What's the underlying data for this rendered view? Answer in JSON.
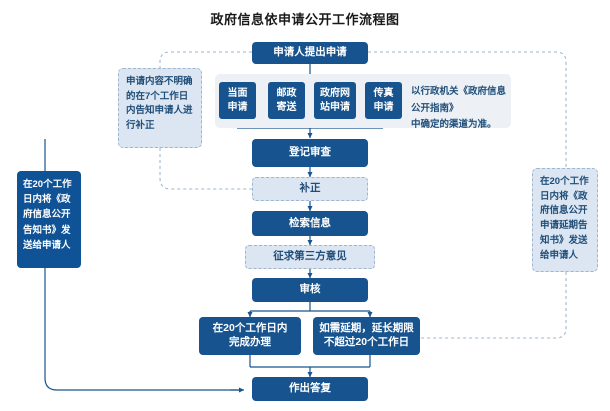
{
  "title": "政府信息依申请公开工作流程图",
  "colors": {
    "primary": "#17538E",
    "light_fill": "#DCE6F2",
    "light_border": "#9FB6CE",
    "panel": "#EDF1F5",
    "text_on_dark": "#FFFFFF",
    "text_on_light": "#1F4E79"
  },
  "nodes": {
    "submit": "申请人提出申请",
    "register_review": "登记审查",
    "supplement": "补正",
    "search_info": "检索信息",
    "third_party": "征求第三方意见",
    "audit": "审核",
    "complete_20_days": {
      "line1": "在20个工作日内",
      "line2": "完成办理"
    },
    "extension": {
      "line1": "如需延期，延长期限",
      "line2": "不超过20个工作日"
    },
    "reply": "作出答复"
  },
  "channels": {
    "items": [
      {
        "line1": "当面",
        "line2": "申请"
      },
      {
        "line1": "邮政",
        "line2": "寄送"
      },
      {
        "line1": "政府网",
        "line2": "站申请"
      },
      {
        "line1": "传真",
        "line2": "申请"
      }
    ],
    "note_line1": "以行政机关《政府信息公开指南》",
    "note_line2": "中确定的渠道为准。"
  },
  "notes": {
    "supplement_note": "申请内容不明确的在7个工作日内告知申请人进行补正",
    "left_notice": "在20个工作日内将《政府信息公开告知书》发送给申请人",
    "right_notice": "在20个工作日内将《政府信息公开申请延期告知书》发送给申请人"
  }
}
